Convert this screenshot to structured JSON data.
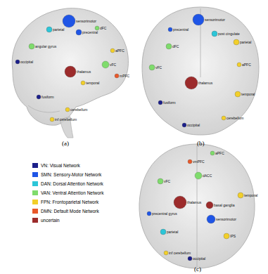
{
  "diagram": {
    "labels": [
      "(a)",
      "(b)",
      "(c)",
      "sensorimotor",
      "precentral",
      "parietal",
      "dFC",
      "aPFC",
      "vFC",
      "occipital",
      "temporal",
      "thalamus",
      "angular gyrus",
      "fusiform",
      "cerebellum",
      "inf cerebellum",
      "mPFC",
      "sensorimotor",
      "precentral",
      "post cingulate",
      "dFC",
      "parietal",
      "thalamus",
      "vFC",
      "aPFC",
      "temporal",
      "fusiform",
      "cerebellum",
      "occipital",
      "aPFC",
      "vmPFC",
      "dACC",
      "vFC",
      "basal ganglia",
      "thalamus",
      "precentral gyrus",
      "sensorimotor",
      "parietal",
      "IPS",
      "temporal",
      "occipital",
      "inf cerebellum"
    ],
    "legend": [
      {
        "text": "VN: Visual Network",
        "color": "#1b1f8a"
      },
      {
        "text": "SMN: Sensory-Motor Network",
        "color": "#1f55e6"
      },
      {
        "text": "DAN: Dorsal Attention Network",
        "color": "#2cc6d8"
      },
      {
        "text": "VAN: Ventral Attention Network",
        "color": "#7fdc6c"
      },
      {
        "text": "FPN: Frontoparietal Network",
        "color": "#f2cf2a"
      },
      {
        "text": "DMN: Default Mode Network",
        "color": "#e8582a"
      },
      {
        "text": "uncertain",
        "color": "#9c2b2b"
      }
    ]
  }
}
